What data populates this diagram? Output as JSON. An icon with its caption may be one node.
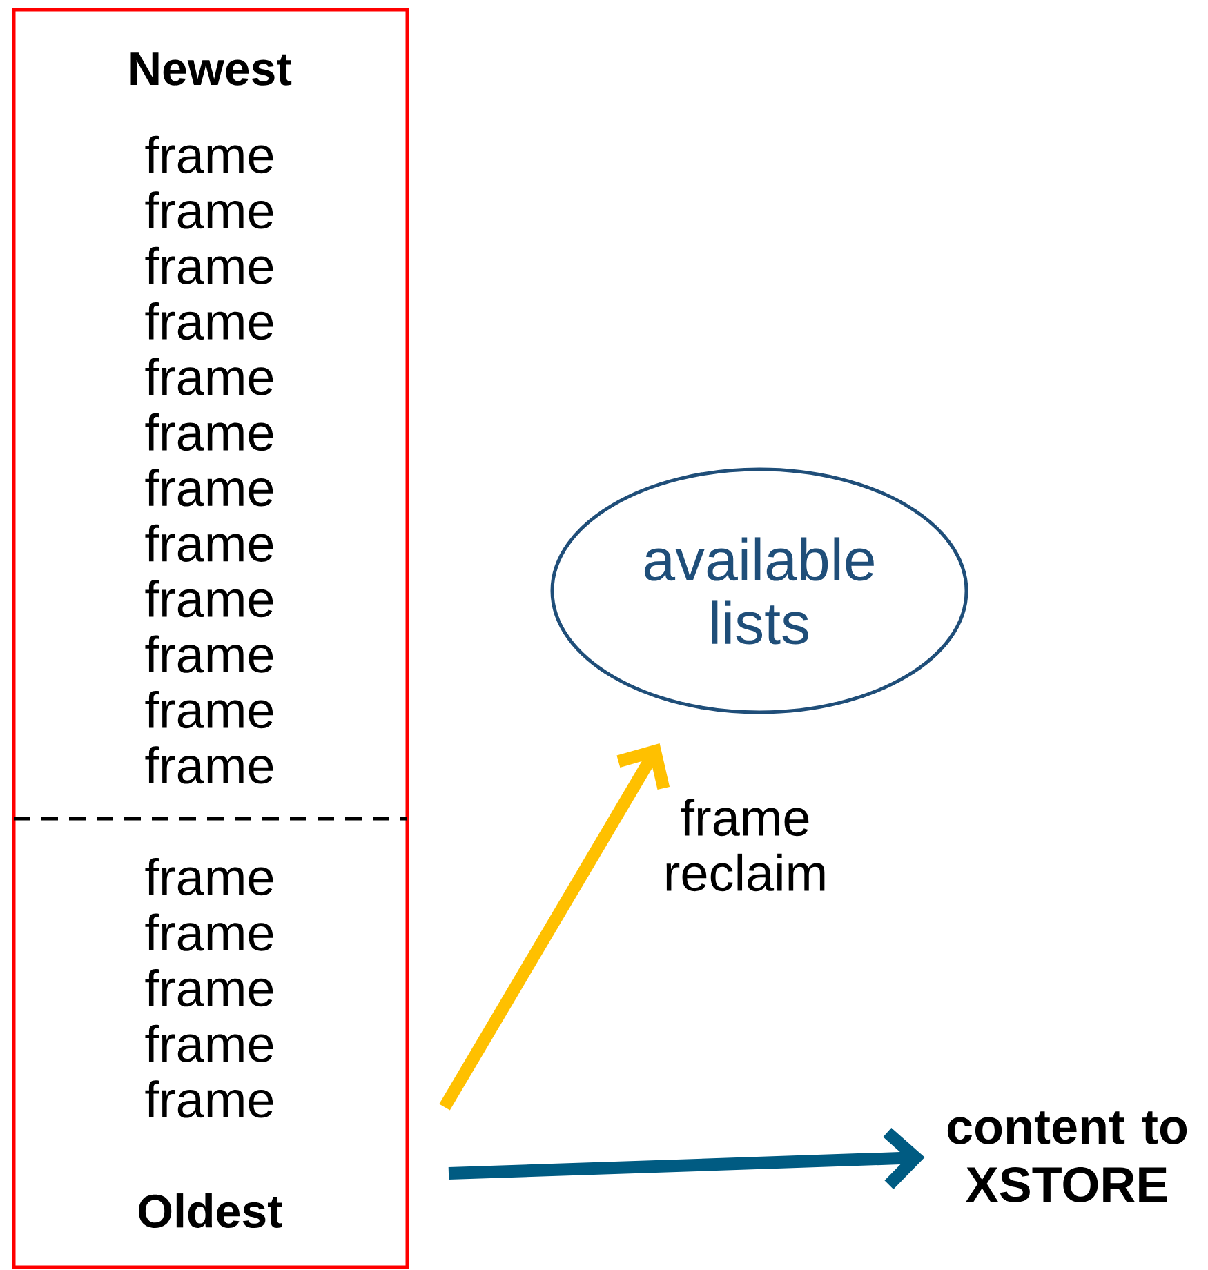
{
  "diagram": {
    "nodes": [
      {
        "text": [
          "Newest",
          "frame",
          "frame",
          "frame",
          "frame",
          "frame",
          "frame",
          "frame",
          "frame",
          "frame",
          "frame",
          "frame",
          "frame",
          "frame",
          "frame",
          "frame",
          "frame",
          "frame",
          "Oldest"
        ]
      },
      {
        "text": [
          "available lists"
        ]
      },
      {
        "text": [
          "content to XSTORE"
        ]
      }
    ],
    "edges": [
      {
        "from": null,
        "to": 1,
        "arrow": "to",
        "label": "frame reclaim",
        "color": "#ffc000"
      },
      {
        "from": null,
        "to": 2,
        "arrow": "to",
        "color": "#005b82"
      }
    ]
  }
}
